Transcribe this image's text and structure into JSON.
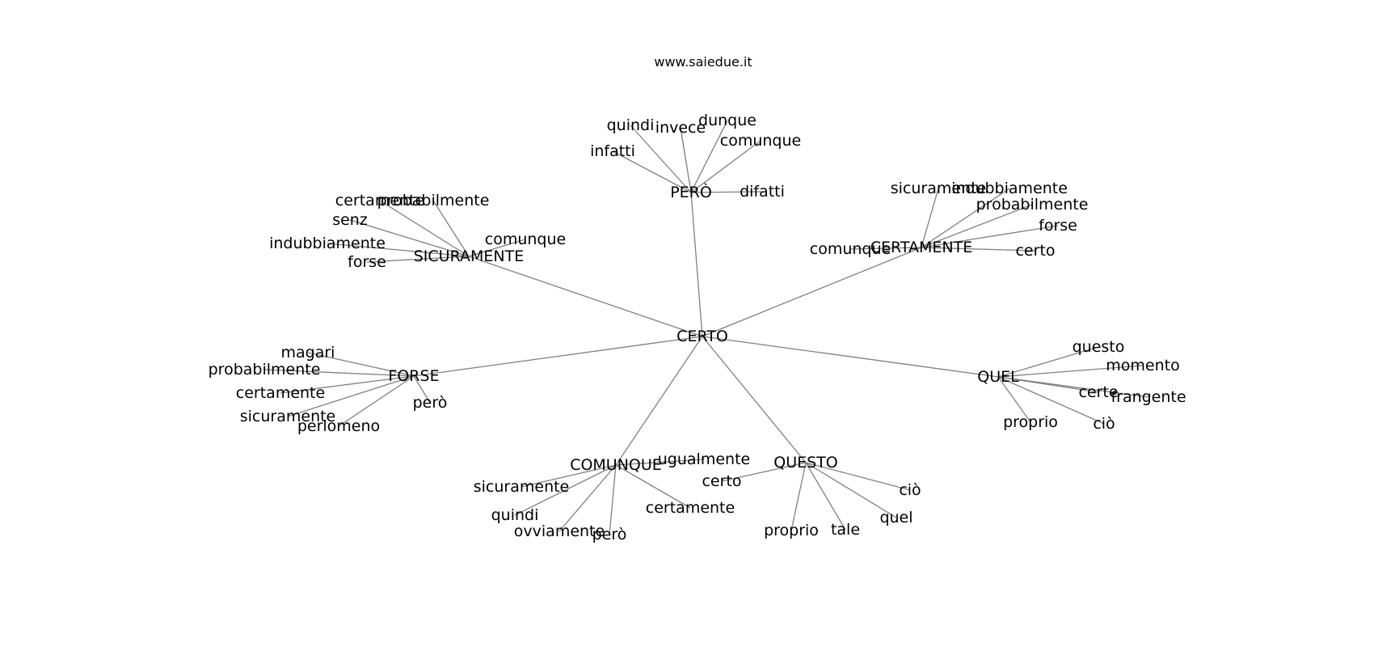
{
  "header": {
    "site": "www.saiedue.it"
  },
  "graph": {
    "root": "CERTO",
    "hubs": [
      {
        "label": "PERÒ",
        "leaves": [
          "quindi",
          "invece",
          "dunque",
          "comunque",
          "infatti",
          "difatti"
        ]
      },
      {
        "label": "SICURAMENTE",
        "leaves": [
          "certamente",
          "probabilmente",
          "senz",
          "indubbiamente",
          "forse",
          "comunque"
        ]
      },
      {
        "label": "CERTAMENTE",
        "leaves": [
          "sicuramente",
          "indubbiamente",
          "probabilmente",
          "forse",
          "certo",
          "comunque"
        ]
      },
      {
        "label": "FORSE",
        "leaves": [
          "magari",
          "probabilmente",
          "certamente",
          "sicuramente",
          "perlomeno",
          "però"
        ]
      },
      {
        "label": "QUEL",
        "leaves": [
          "questo",
          "momento",
          "certe",
          "frangente",
          "ciò",
          "proprio"
        ]
      },
      {
        "label": "COMUNQUE",
        "leaves": [
          "ugualmente",
          "sicuramente",
          "quindi",
          "ovviamente",
          "però",
          "certamente"
        ]
      },
      {
        "label": "QUESTO",
        "leaves": [
          "certo",
          "ciò",
          "quel",
          "tale",
          "proprio"
        ]
      }
    ]
  },
  "colors": {
    "edge": "#808080",
    "text": "#000000",
    "background": "#ffffff"
  }
}
